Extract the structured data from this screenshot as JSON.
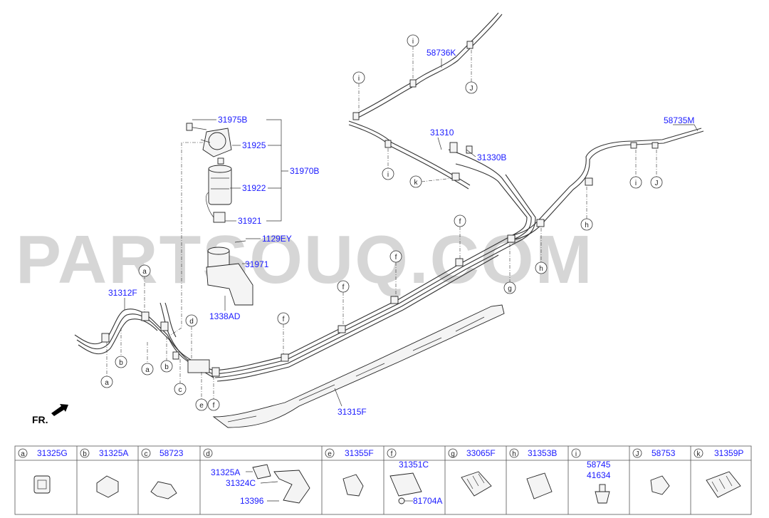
{
  "watermark": "PARTSOUQ.COM",
  "front_label": "FR.",
  "callouts": {
    "p31975B": "31975B",
    "p31925": "31925",
    "p31970B": "31970B",
    "p31922": "31922",
    "p31921": "31921",
    "p1129EY": "1129EY",
    "p31971": "31971",
    "p1338AD": "1338AD",
    "p31312F": "31312F",
    "p31310": "31310",
    "p31330B": "31330B",
    "p58736K": "58736K",
    "p58735M": "58735M",
    "p31315F": "31315F"
  },
  "ref_letters": {
    "a": "a",
    "b": "b",
    "c": "c",
    "d": "d",
    "e": "e",
    "f": "f",
    "g": "g",
    "h": "h",
    "i": "i",
    "J": "J",
    "k": "k"
  },
  "legend": [
    {
      "letter": "a",
      "parts": [
        "31325G"
      ]
    },
    {
      "letter": "b",
      "parts": [
        "31325A"
      ]
    },
    {
      "letter": "c",
      "parts": [
        "58723"
      ]
    },
    {
      "letter": "d",
      "parts": [
        "31325A",
        "31324C",
        "13396"
      ]
    },
    {
      "letter": "e",
      "parts": [
        "31355F"
      ]
    },
    {
      "letter": "f",
      "parts": [
        "31351C",
        "81704A"
      ]
    },
    {
      "letter": "g",
      "parts": [
        "33065F"
      ]
    },
    {
      "letter": "h",
      "parts": [
        "31353B"
      ]
    },
    {
      "letter": "i",
      "parts": [
        "58745",
        "41634"
      ]
    },
    {
      "letter": "J",
      "parts": [
        "58753"
      ]
    },
    {
      "letter": "k",
      "parts": [
        "31359P"
      ]
    }
  ]
}
